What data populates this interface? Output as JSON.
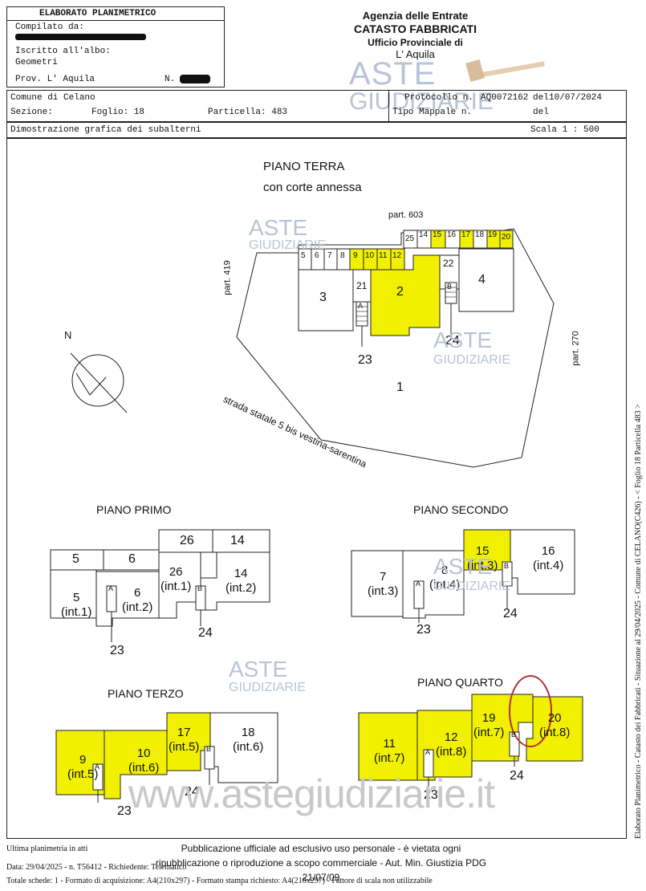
{
  "header": {
    "title": "ELABORATO PLANIMETRICO",
    "compilato_label": "Compilato da:",
    "iscritto_label": "Iscritto all'albo:",
    "iscritto_value": "Geometri",
    "prov_label": "Prov. L' Aquila",
    "n_label": "N.",
    "agency_line1": "Agenzia delle Entrate",
    "agency_line2": "CATASTO FABBRICATI",
    "agency_line3": "Ufficio Provinciale di",
    "agency_line4": "L' Aquila",
    "comune_label": "Comune di Celano",
    "sezione_label": "Sezione:",
    "foglio_label": "Foglio: 18",
    "particella_label": "Particella: 483",
    "protocollo_label": "Protocollo n.",
    "protocollo_value": "AQ0072162",
    "del_label": "del",
    "protocollo_date": "10/07/2024",
    "tipo_mappale_label": "Tipo Mappale n.",
    "tipo_del_label": "del",
    "dimostrazione": "Dimostrazione grafica dei subalterni",
    "scala": "Scala 1 : 500"
  },
  "watermark": {
    "aste": "ASTE",
    "giudiziarie": "GIUDIZIARIE",
    "site": "www.astegiudiziarie.it"
  },
  "ground_floor": {
    "title": "PIANO TERRA",
    "subtitle": "con corte annessa",
    "parcel_603": "part. 603",
    "parcel_419": "part. 419",
    "parcel_270": "part. 270",
    "road": "strada statale 5 bis vestina-sarentina",
    "north": "N",
    "small_units_left": [
      "5",
      "6",
      "7",
      "8",
      "9",
      "10",
      "11",
      "12"
    ],
    "small_units_right": [
      "25",
      "14",
      "15",
      "16",
      "17",
      "18",
      "19",
      "20"
    ],
    "unit_3": "3",
    "unit_2": "2",
    "unit_4": "4",
    "unit_21": "21",
    "unit_22": "22",
    "unit_1": "1",
    "stair_a": "A",
    "stair_b": "B",
    "label_23": "23",
    "label_24": "24"
  },
  "first_floor": {
    "title": "PIANO PRIMO",
    "top_cells": [
      "5",
      "6",
      "26",
      "14"
    ],
    "units": [
      {
        "num": "5",
        "int": "(int.1)"
      },
      {
        "num": "6",
        "int": "(int.2)"
      },
      {
        "num": "26",
        "int": "(int.1)"
      },
      {
        "num": "14",
        "int": "(int.2)"
      }
    ],
    "stair_a": "A",
    "stair_b": "B",
    "label_23": "23",
    "label_24": "24"
  },
  "second_floor": {
    "title": "PIANO SECONDO",
    "units": [
      {
        "num": "7",
        "int": "(int.3)"
      },
      {
        "num": "8",
        "int": "(int.4)"
      },
      {
        "num": "15",
        "int": "(int.3)"
      },
      {
        "num": "16",
        "int": "(int.4)"
      }
    ],
    "stair_a": "A",
    "stair_b": "B",
    "label_23": "23",
    "label_24": "24"
  },
  "third_floor": {
    "title": "PIANO TERZO",
    "units": [
      {
        "num": "9",
        "int": "(int.5)"
      },
      {
        "num": "10",
        "int": "(int.6)"
      },
      {
        "num": "17",
        "int": "(int.5)"
      },
      {
        "num": "18",
        "int": "(int.6)"
      }
    ],
    "stair_a": "A",
    "stair_b": "B",
    "label_23": "23",
    "label_24": "24"
  },
  "fourth_floor": {
    "title": "PIANO QUARTO",
    "units": [
      {
        "num": "11",
        "int": "(int.7)"
      },
      {
        "num": "12",
        "int": "(int.8)"
      },
      {
        "num": "19",
        "int": "(int.7)"
      },
      {
        "num": "20",
        "int": "(int.8)"
      }
    ],
    "stair_a": "A",
    "stair_b": "B",
    "label_23": "23",
    "label_24": "24"
  },
  "footer": {
    "ultima": "Ultima planimetria in atti",
    "data_line": "Data: 29/04/2025 - n. T56412 - Richiedente: Telematico",
    "totale_line": "Totale schede: 1 - Formato di acquisizione: A4(210x297) - Formato stampa richiesto: A4(210x297) - Fattore di scala non utilizzabile",
    "pubblicazione1": "Pubblicazione ufficiale ad esclusivo uso personale - è vietata ogni",
    "pubblicazione2": "ripubblicazione o riproduzione a scopo commerciale - Aut. Min. Giustizia PDG 21/07/09",
    "side_text": "Elaborato Planimetrico - Catasto dei Fabbricati - Situazione al 29/04/2025 - Comune di CELANO(C426) - < Foglio 18 Particella 483 >"
  },
  "colors": {
    "highlight": "#f0f000",
    "line": "#222222",
    "circle": "#b0303a",
    "watermark": "#b7c3d6"
  }
}
